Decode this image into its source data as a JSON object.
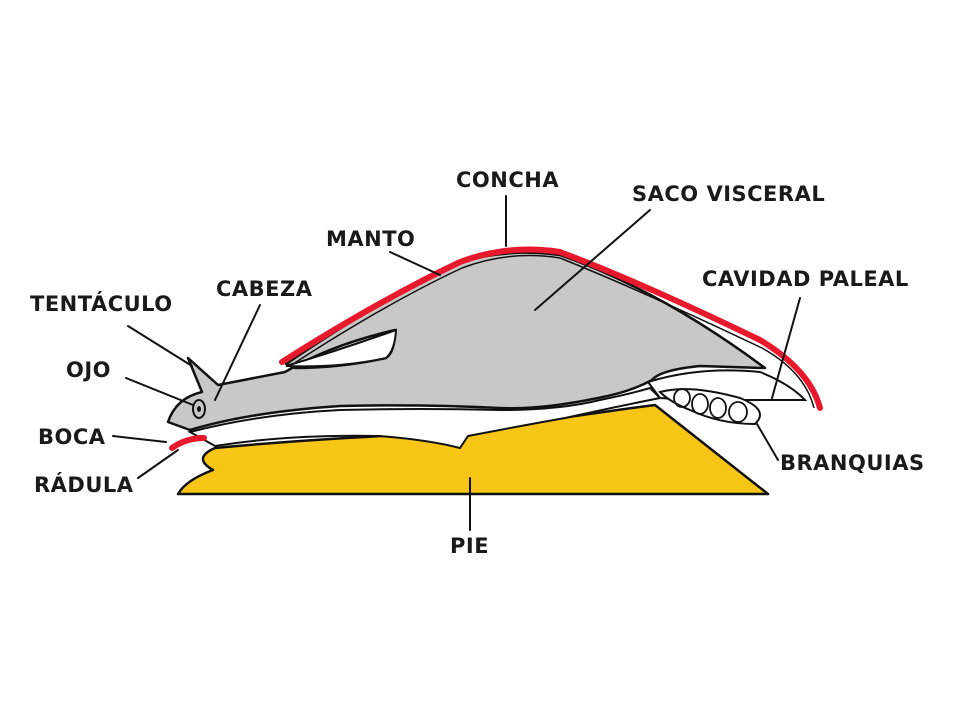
{
  "colors": {
    "background": "#ffffff",
    "shell": "#e8192c",
    "body": "#c8c8c8",
    "foot": "#f7c516",
    "outline": "#111111",
    "text": "#1a1a1a"
  },
  "labels": {
    "concha": "CONCHA",
    "saco_visceral": "SACO VISCERAL",
    "manto": "MANTO",
    "cavidad_paleal": "CAVIDAD PALEAL",
    "tentaculo": "TENTÁCULO",
    "cabeza": "CABEZA",
    "ojo": "OJO",
    "boca": "BOCA",
    "radula": "RÁDULA",
    "branquias": "BRANQUIAS",
    "pie": "PIE"
  }
}
